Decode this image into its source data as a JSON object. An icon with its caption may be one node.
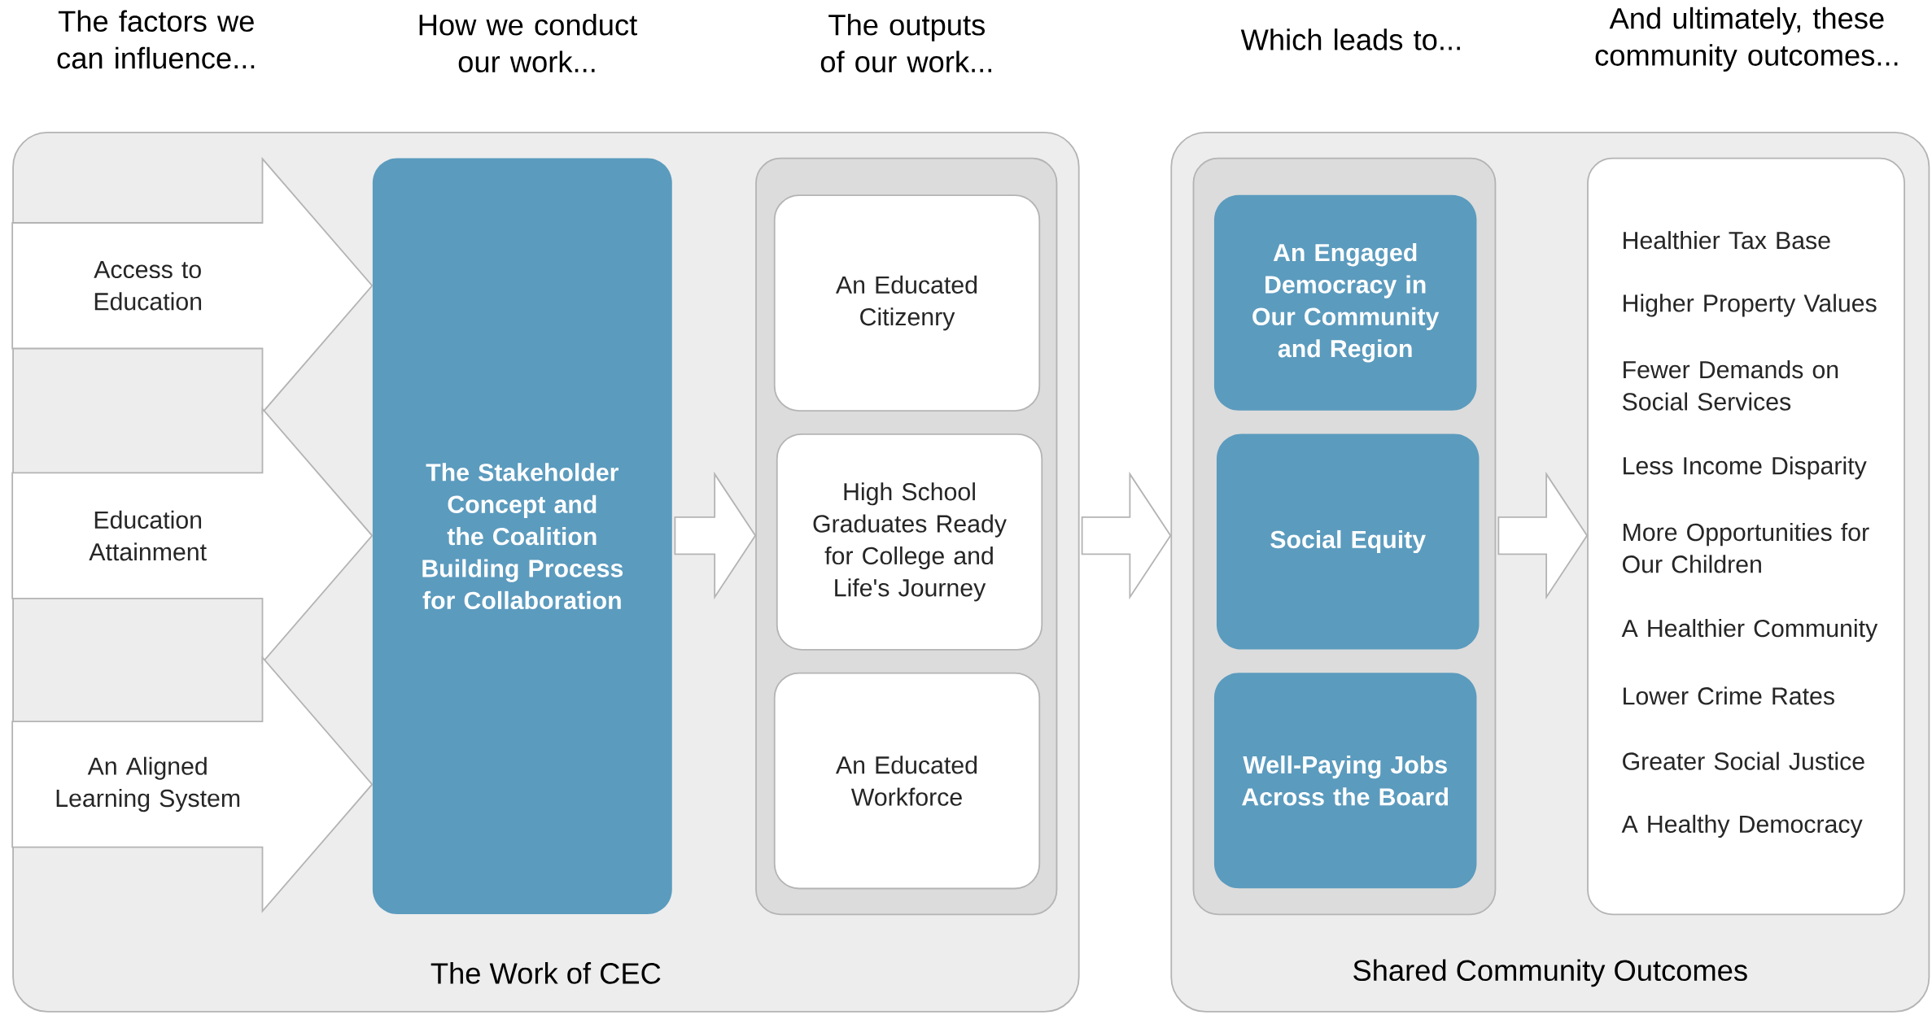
{
  "diagram": {
    "nodes": [
      {
        "text": [
          "The Work of CEC"
        ]
      },
      {
        "text": [
          "The Stakeholder Concept and the Coalition Building Process for Collaboration"
        ],
        "in": 0
      },
      {
        "text": [],
        "shape": "box",
        "in": 0
      },
      {
        "text": [
          "An Educated Citizenry"
        ],
        "in": 2
      },
      {
        "text": [
          "High School Graduates Ready for College and Life's Journey"
        ],
        "in": 2
      },
      {
        "text": [
          "An Educated Workforce"
        ],
        "in": 2
      },
      {
        "text": [
          "Shared Community Outcomes"
        ]
      },
      {
        "text": [],
        "shape": "box",
        "in": 6
      },
      {
        "text": [
          "An Engaged Democracy in Our Community and Region"
        ],
        "in": 7
      },
      {
        "text": [
          "Social Equity"
        ],
        "in": 7
      },
      {
        "text": [
          "Well-Paying Jobs Across the Board"
        ],
        "in": 7
      },
      {
        "text": [
          "Healthier Tax  Base",
          "Higher Property Values",
          "Fewer Demands on Social Services",
          "Less Income Disparity",
          "More Opportunities for Our Children",
          "A Healthier Community",
          "Lower Crime Rates",
          "Greater Social Justice",
          "A Healthy Democracy"
        ],
        "in": 6
      }
    ],
    "edges": [
      {
        "from": null,
        "to": 1,
        "arrow": "to",
        "label": "Access to Education"
      },
      {
        "from": null,
        "to": 1,
        "arrow": "to",
        "label": "Education Attainment"
      },
      {
        "from": null,
        "to": 1,
        "arrow": "to",
        "label": "An Aligned Learning System"
      },
      {
        "from": 1,
        "to": 2,
        "arrow": "to"
      },
      {
        "from": 0,
        "to": 6,
        "arrow": "to"
      },
      {
        "from": 7,
        "to": 11,
        "arrow": "to"
      }
    ],
    "labels": [
      "The factors we can influence...",
      "How we conduct our work...",
      "The outputs of our work...",
      "Which leads to...",
      "And ultimately, these community outcomes..."
    ]
  }
}
